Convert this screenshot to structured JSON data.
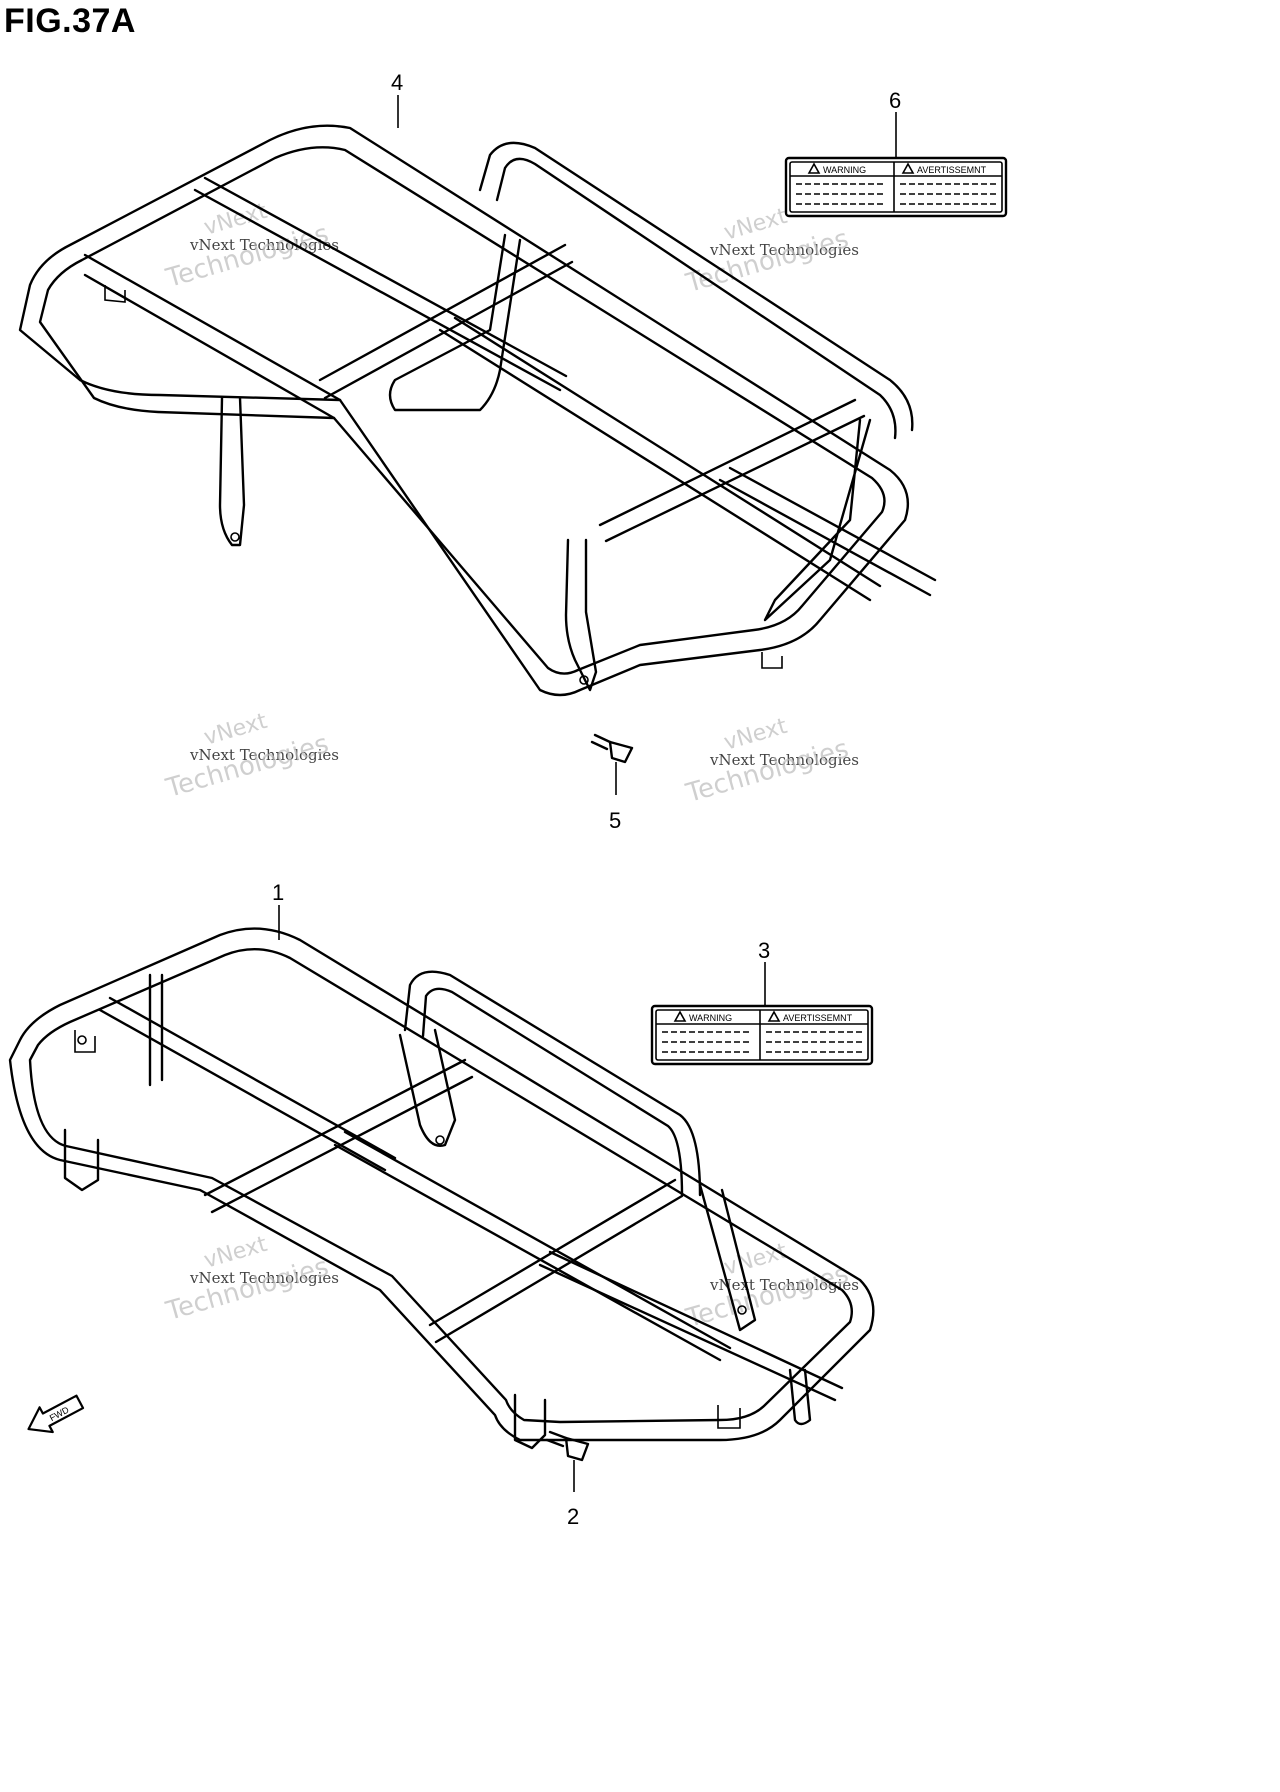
{
  "figure": {
    "title": "FIG.37A"
  },
  "callouts": [
    {
      "id": "4",
      "label": "4"
    },
    {
      "id": "6",
      "label": "6"
    },
    {
      "id": "5",
      "label": "5"
    },
    {
      "id": "1",
      "label": "1"
    },
    {
      "id": "3",
      "label": "3"
    },
    {
      "id": "2",
      "label": "2"
    }
  ],
  "warning_labels": [
    {
      "left": "WARNING",
      "right": "AVERTISSEMNT"
    },
    {
      "left": "WARNING",
      "right": "AVERTISSEMNT"
    }
  ],
  "direction_arrow": {
    "text": "FWD"
  },
  "watermark": {
    "line1": "vNext",
    "line2": "vNext Technologies",
    "line3": "Technologies"
  }
}
